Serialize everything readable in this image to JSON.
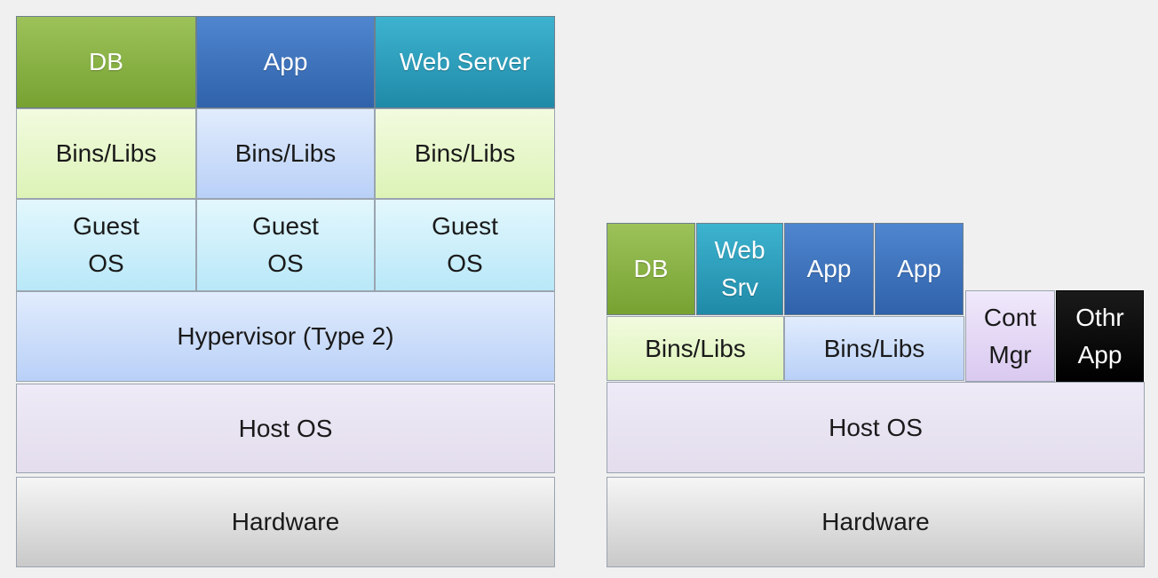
{
  "vm_stack": {
    "apps": [
      "DB",
      "App",
      "Web Server"
    ],
    "bins": [
      "Bins/Libs",
      "Bins/Libs",
      "Bins/Libs"
    ],
    "guest_os": [
      "Guest\nOS",
      "Guest\nOS",
      "Guest\nOS"
    ],
    "hypervisor": "Hypervisor (Type 2)",
    "host_os": "Host OS",
    "hardware": "Hardware"
  },
  "container_stack": {
    "apps": [
      "DB",
      "Web\nSrv",
      "App",
      "App"
    ],
    "bins": [
      "Bins/Libs",
      "Bins/Libs"
    ],
    "cont_mgr": "Cont\nMgr",
    "other_app": "Othr\nApp",
    "host_os": "Host OS",
    "hardware": "Hardware"
  }
}
